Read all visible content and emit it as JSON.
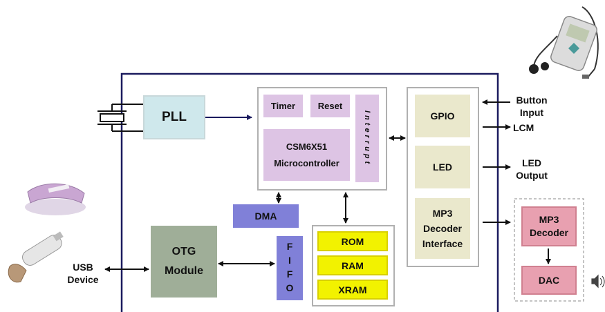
{
  "blocks": {
    "pll": "PLL",
    "timer": "Timer",
    "reset": "Reset",
    "interrupt": "Interrupt",
    "mcu_line1": "CSM6X51",
    "mcu_line2": "Microcontroller",
    "dma": "DMA",
    "otg_line1": "OTG",
    "otg_line2": "Module",
    "fifo": "FIFO",
    "rom": "ROM",
    "ram": "RAM",
    "xram": "XRAM",
    "gpio": "GPIO",
    "led": "LED",
    "mp3if_line1": "MP3",
    "mp3if_line2": "Decoder",
    "mp3if_line3": "Interface",
    "mp3dec_line1": "MP3",
    "mp3dec_line2": "Decoder",
    "dac": "DAC"
  },
  "external": {
    "button_line1": "Button",
    "button_line2": "Input",
    "lcm": "LCM",
    "led_line1": "LED",
    "led_line2": "Output",
    "usb_line1": "USB",
    "usb_line2": "Device"
  },
  "colors": {
    "chip_border": "#1a1a5e",
    "pll": "#cfe8ec",
    "micro": "#ddc4e4",
    "dma": "#8080d8",
    "otg": "#9fae98",
    "fifo": "#8080d8",
    "memory": "#f2f200",
    "gpio": "#eae8cc",
    "mp3dec": "#e8a0b0"
  },
  "icons": [
    "crystal-icon",
    "mp3-player-icon",
    "card-reader-icon",
    "usb-stick-icon",
    "speaker-icon"
  ]
}
